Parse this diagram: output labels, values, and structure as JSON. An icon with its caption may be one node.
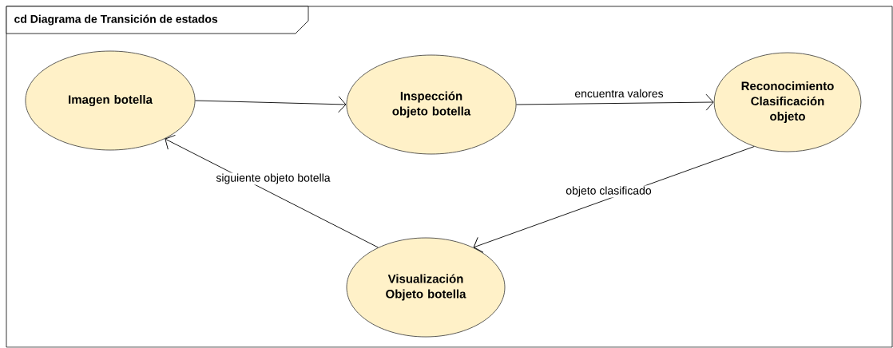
{
  "diagram": {
    "title": "cd Diagrama de Transición de estados",
    "nodes": [
      {
        "text": [
          "Imagen botella"
        ]
      },
      {
        "text": [
          "Inspección objeto botella"
        ]
      },
      {
        "text": [
          "Reconocimiento Clasificación objeto"
        ]
      },
      {
        "text": [
          "Visualización Objeto botella"
        ]
      }
    ],
    "edges": [
      {
        "from": 0,
        "to": 1,
        "arrow": "to"
      },
      {
        "from": 1,
        "to": 2,
        "arrow": "to",
        "label": "encuentra valores"
      },
      {
        "from": 2,
        "to": 3,
        "arrow": "to",
        "label": "objeto clasificado"
      },
      {
        "from": 3,
        "to": 0,
        "arrow": "to",
        "label": "siguiente objeto botella"
      }
    ]
  }
}
